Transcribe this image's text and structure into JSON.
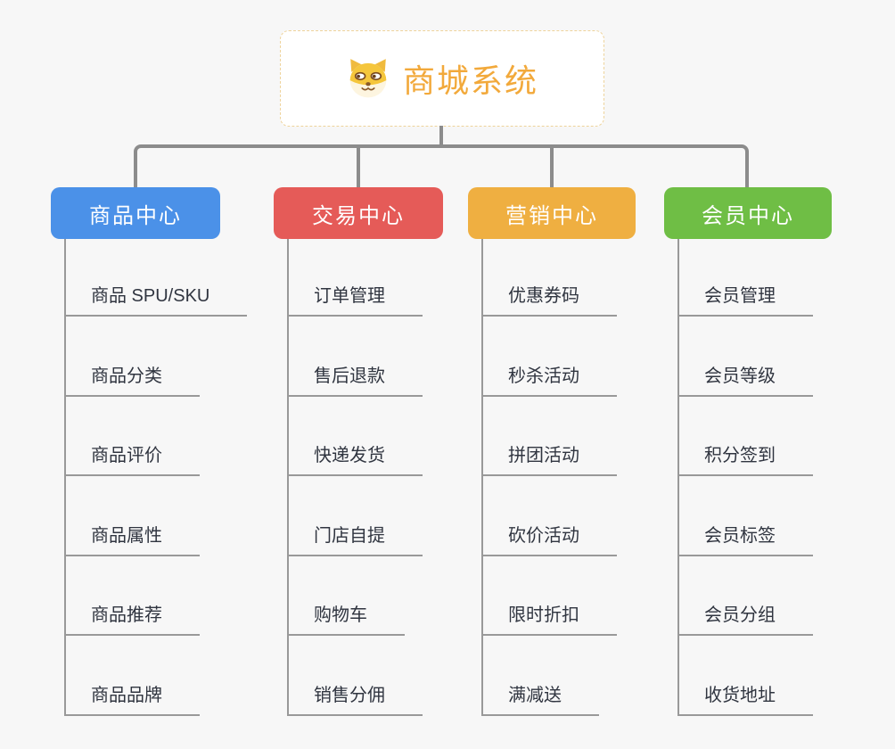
{
  "root": {
    "title": "商城系统",
    "icon": "dog-face-icon"
  },
  "branches": [
    {
      "label": "商品中心",
      "color": "#4b91e8",
      "items": [
        "商品 SPU/SKU",
        "商品分类",
        "商品评价",
        "商品属性",
        "商品推荐",
        "商品品牌"
      ]
    },
    {
      "label": "交易中心",
      "color": "#e55b58",
      "items": [
        "订单管理",
        "售后退款",
        "快递发货",
        "门店自提",
        "购物车",
        "销售分佣"
      ]
    },
    {
      "label": "营销中心",
      "color": "#efaf41",
      "items": [
        "优惠券码",
        "秒杀活动",
        "拼团活动",
        "砍价活动",
        "限时折扣",
        "满减送"
      ]
    },
    {
      "label": "会员中心",
      "color": "#6fbe45",
      "items": [
        "会员管理",
        "会员等级",
        "积分签到",
        "会员标签",
        "会员分组",
        "收货地址"
      ]
    }
  ],
  "colors": {
    "background": "#f7f7f7",
    "connector": "#8c8c8c",
    "item_line": "#999999",
    "item_text": "#303540",
    "root_accent": "#f2a93b",
    "root_border": "#eed39b"
  }
}
